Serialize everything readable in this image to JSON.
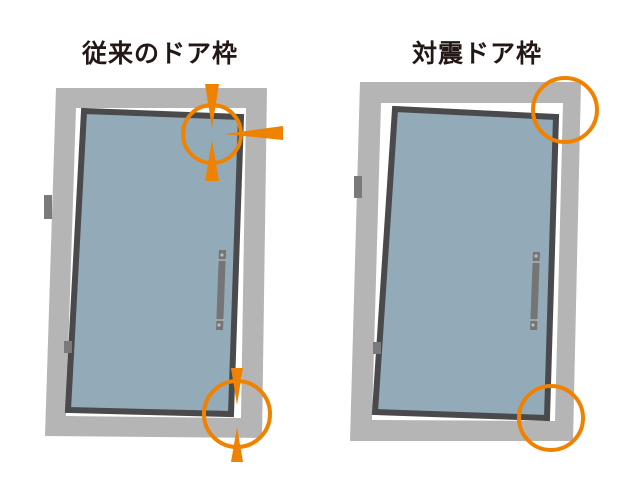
{
  "panels": [
    {
      "title": "従来のドア枠",
      "description": "conventional door frame — door jams at the top and bottom corners when the frame deforms"
    },
    {
      "title": "対震ドア枠",
      "description": "earthquake-resistant door frame — clearance remains at the corners"
    }
  ],
  "colors": {
    "frame": "#b5b5b5",
    "opening": "#ffffff",
    "door_border": "#4a4a4c",
    "door_fill": "#93aab8",
    "hinge": "#7a7a7a",
    "handle": "#757575",
    "accent": "#ef8200",
    "title": "#231815"
  }
}
